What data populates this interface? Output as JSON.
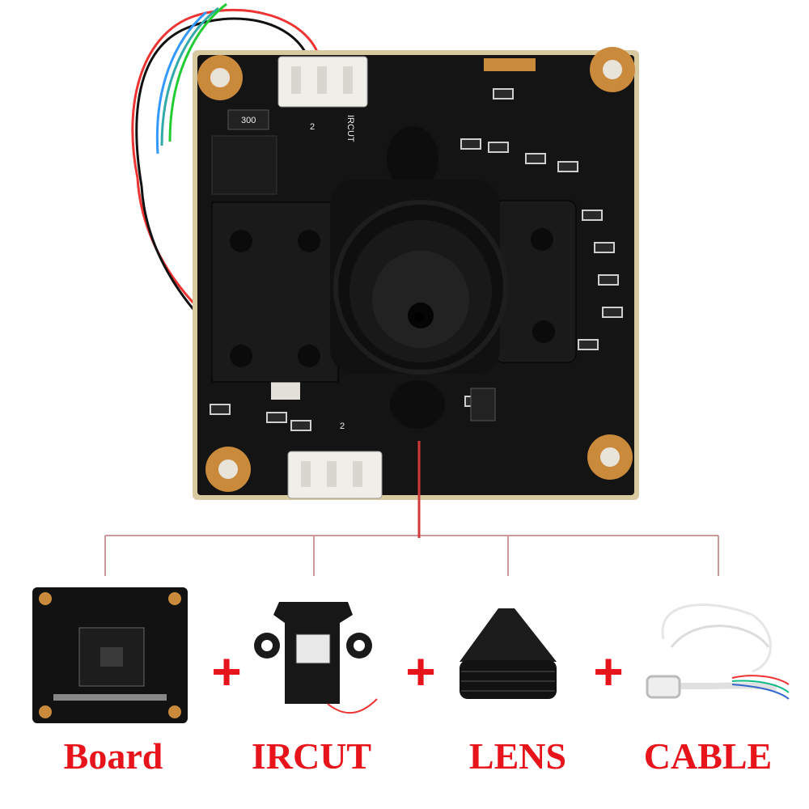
{
  "board_silkscreen": {
    "resistor_code": "300",
    "connector_top_label": "IRCUT",
    "connector_top_pin": "2",
    "connector_bottom_pin": "2"
  },
  "components": [
    {
      "label": "Board",
      "icon": "board-icon"
    },
    {
      "label": "IRCUT",
      "icon": "ircut-holder-icon"
    },
    {
      "label": "LENS",
      "icon": "pinhole-lens-icon"
    },
    {
      "label": "CABLE",
      "icon": "cable-icon"
    }
  ],
  "plus_sign": "+",
  "colors": {
    "accent": "#e8141b",
    "connector_line": "#d23a3a",
    "pcb": "#141414",
    "pad": "#c98a3c"
  }
}
